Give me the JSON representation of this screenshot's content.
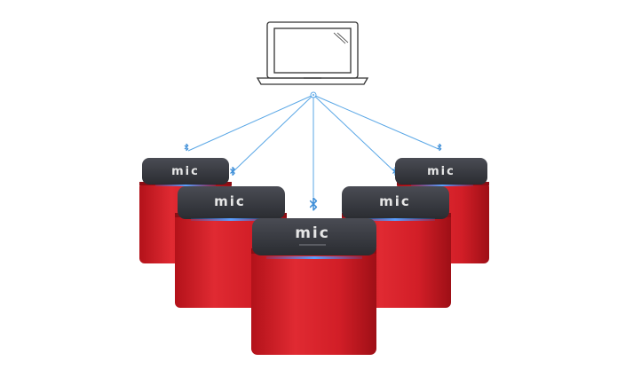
{
  "diagram": {
    "hub": {
      "icon": "laptop-icon",
      "connector_icon": "wireless-hub-icon"
    },
    "link_icon": "bluetooth-icon",
    "colors": {
      "link": "#5aa7e6",
      "device_body": "#d6202a",
      "device_top": "#3b3d44",
      "indicator": "#4a8cff",
      "laptop_outline": "#333333"
    },
    "devices": [
      {
        "id": "device-back-left",
        "logo": "mic"
      },
      {
        "id": "device-back-right",
        "logo": "mic"
      },
      {
        "id": "device-mid-left",
        "logo": "mic"
      },
      {
        "id": "device-mid-right",
        "logo": "mic"
      },
      {
        "id": "device-front-center",
        "logo": "mic"
      }
    ]
  }
}
